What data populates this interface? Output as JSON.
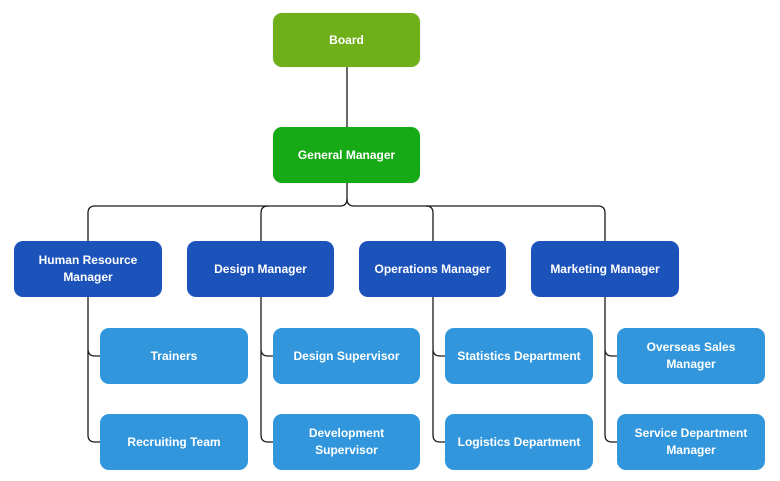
{
  "colors": {
    "board": "#6fb01a",
    "general_manager": "#17aa17",
    "manager": "#1b53bb",
    "team": "#3196dc",
    "connector": "#1a1a1a"
  },
  "org": {
    "board": "Board",
    "general_manager": "General Manager",
    "managers": [
      {
        "label": "Human Resource Manager",
        "teams": [
          "Trainers",
          "Recruiting Team"
        ]
      },
      {
        "label": "Design Manager",
        "teams": [
          "Design Supervisor",
          "Development Supervisor"
        ]
      },
      {
        "label": "Operations Manager",
        "teams": [
          "Statistics Department",
          "Logistics Department"
        ]
      },
      {
        "label": "Marketing Manager",
        "teams": [
          "Overseas Sales Manager",
          "Service Department Manager"
        ]
      }
    ]
  }
}
